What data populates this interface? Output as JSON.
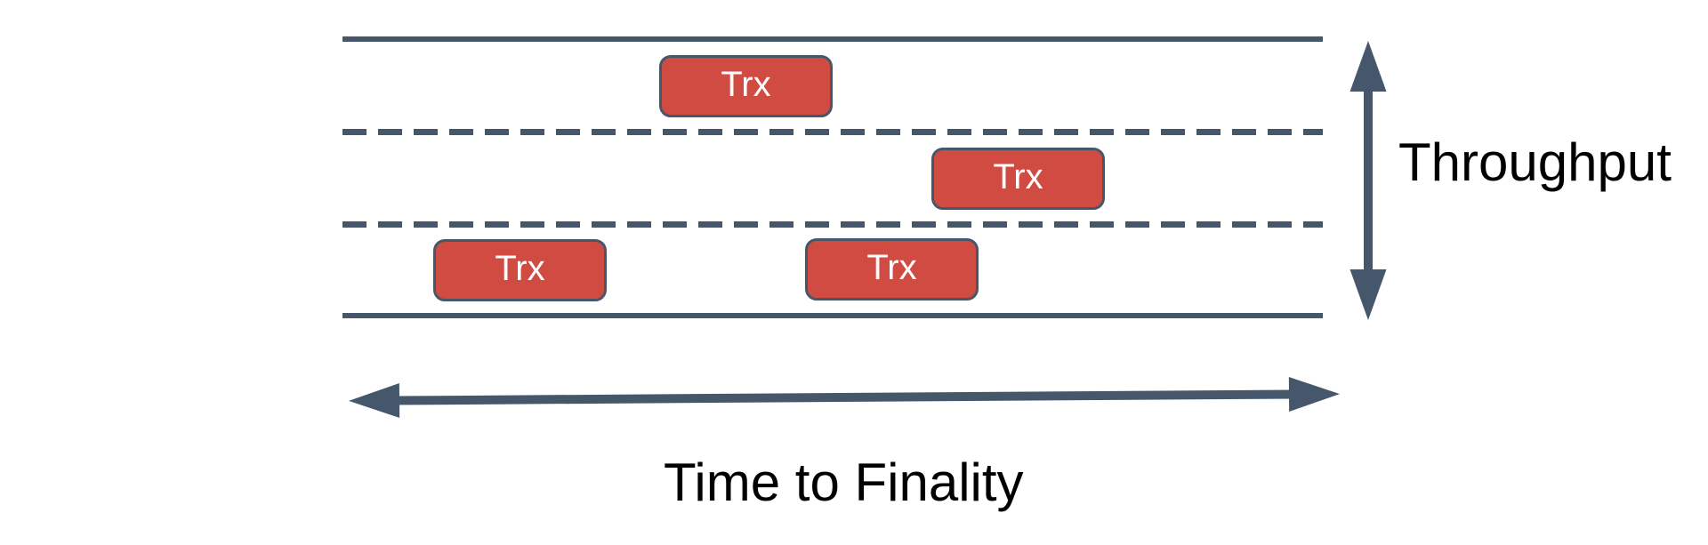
{
  "diagram": {
    "description": "Blockchain throughput vs time-to-finality road diagram",
    "road": {
      "lanes": 3,
      "solid_border_lines": 2,
      "dashed_divider_lines": 2
    },
    "boxes": [
      {
        "label": "Trx",
        "lane": 1
      },
      {
        "label": "Trx",
        "lane": 2
      },
      {
        "label": "Trx",
        "lane": 3
      },
      {
        "label": "Trx",
        "lane": 3
      }
    ],
    "axes": {
      "vertical_arrow_label": "Throughput",
      "horizontal_arrow_label": "Time to Finality"
    },
    "colors": {
      "line_slate": "#46566B",
      "box_fill_red": "#D04B41",
      "box_border": "#46566B",
      "box_text": "#FFFFFF",
      "label_text": "#000000",
      "background": "#FFFFFF"
    }
  }
}
